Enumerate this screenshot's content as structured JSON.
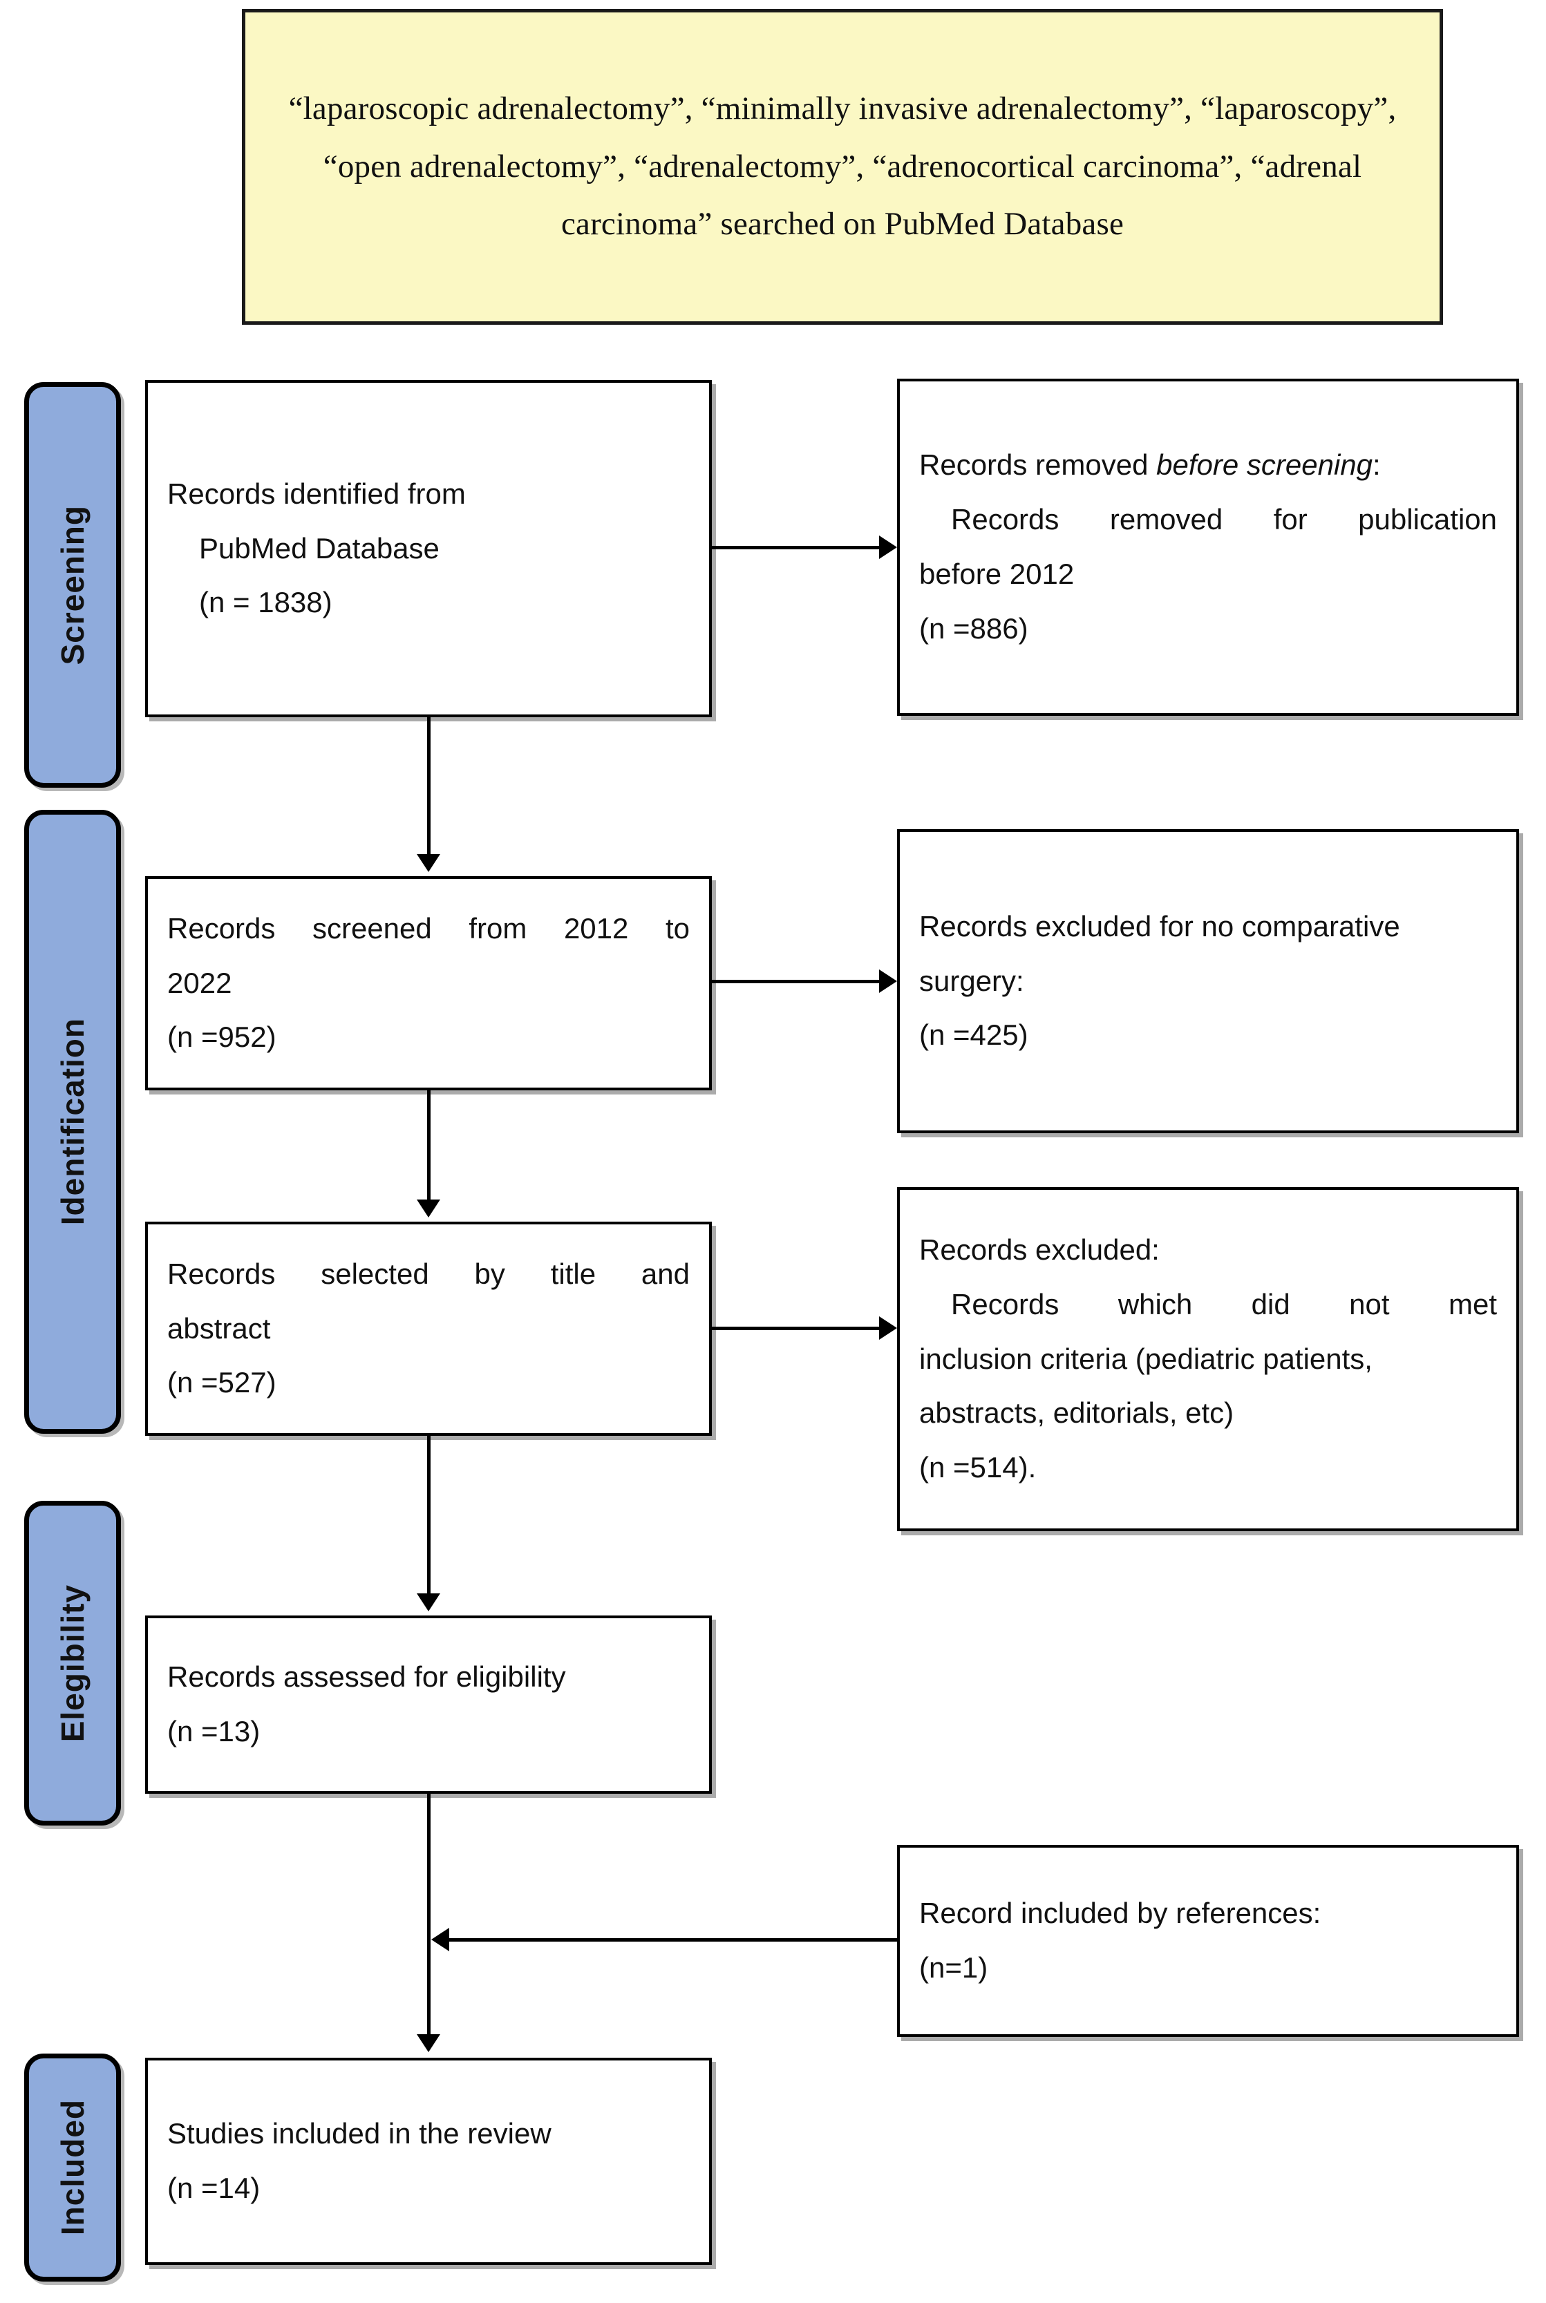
{
  "search_box": {
    "keywords_text": "“laparoscopic adrenalectomy”, “minimally invasive adrenalectomy”,  “laparoscopy”, “open adrenalectomy”, “adrenalectomy”, “adrenocortical carcinoma”, “adrenal carcinoma” searched on PubMed Database",
    "fill_color": "#FBF8C4",
    "border_color": "#000000"
  },
  "stages": [
    {
      "id": "screening",
      "label": "Screening"
    },
    {
      "id": "identification",
      "label": "Identification"
    },
    {
      "id": "elegibility",
      "label": "Elegibility"
    },
    {
      "id": "included",
      "label": "Included"
    }
  ],
  "stage_pill_color": "#8FABDC",
  "boxes": {
    "identified": {
      "line1": "Records identified from",
      "line2": "PubMed Database",
      "line3": "(n = 1838)"
    },
    "removed": {
      "line1_prefix": "Records removed ",
      "line1_italic": "before screening",
      "line1_suffix": ":",
      "line2": "Records removed for publication",
      "line3": "before 2012",
      "line4": "(n =886)"
    },
    "screened": {
      "line1": "Records screened from 2012 to",
      "line2": "2022",
      "line3": "(n =952)"
    },
    "excluded_comparative": {
      "line1": "Records excluded for no comparative",
      "line2": "surgery:",
      "line3": "(n =425)"
    },
    "selected": {
      "line1": "Records selected by title and",
      "line2": "abstract",
      "line3": "(n =527)"
    },
    "excluded_criteria": {
      "line1": "Records excluded:",
      "line2": "Records which did not met",
      "line3": "inclusion criteria (pediatric patients,",
      "line4": "abstracts, editorials, etc)",
      "line5": "(n =514)."
    },
    "assessed": {
      "line1": "Records assessed for eligibility",
      "line2": "(n =13)"
    },
    "reference": {
      "line1": "Record included by references:",
      "line2": "(n=1)"
    },
    "included": {
      "line1": "Studies included in the review",
      "line2": "(n =14)"
    }
  },
  "chart_data": {
    "type": "diagram",
    "title": "PRISMA flow diagram",
    "nodes": [
      {
        "stage": "Screening",
        "label": "Records identified from PubMed Database",
        "n": 1838
      },
      {
        "stage": "Screening",
        "label": "Records removed before screening: Records removed for publication before 2012",
        "n": 886
      },
      {
        "stage": "Identification",
        "label": "Records screened from 2012 to 2022",
        "n": 952
      },
      {
        "stage": "Identification",
        "label": "Records excluded for no comparative surgery",
        "n": 425
      },
      {
        "stage": "Identification",
        "label": "Records selected by title and abstract",
        "n": 527
      },
      {
        "stage": "Identification",
        "label": "Records excluded: Records which did not met inclusion criteria (pediatric patients, abstracts, editorials, etc)",
        "n": 514
      },
      {
        "stage": "Elegibility",
        "label": "Records assessed for eligibility",
        "n": 13
      },
      {
        "stage": "Elegibility",
        "label": "Record included by references",
        "n": 1
      },
      {
        "stage": "Included",
        "label": "Studies included in the review",
        "n": 14
      }
    ]
  }
}
